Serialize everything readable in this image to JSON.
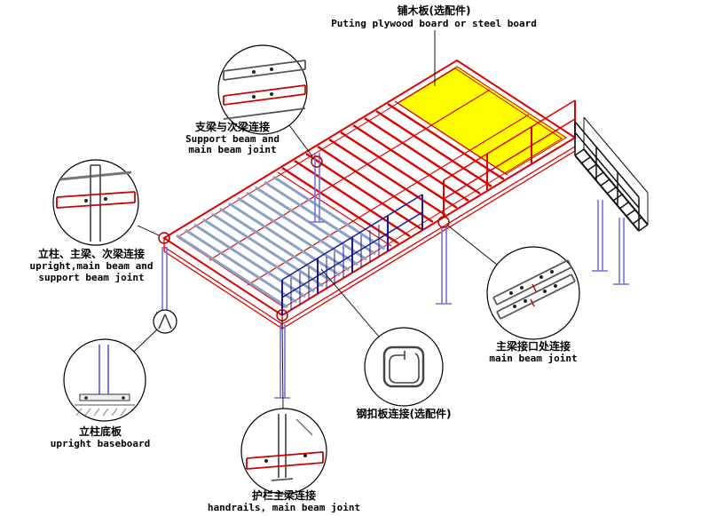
{
  "labels": {
    "plywood_board": {
      "zh": "铺木板(选配件)",
      "en": "Puting plywood board or steel board"
    },
    "support_beam_joint": {
      "zh": "支梁与次梁连接",
      "en1": "Support beam and",
      "en2": "main beam joint"
    },
    "upright_joint": {
      "zh": "立柱、主梁、次梁连接",
      "en1": "upright,main beam and",
      "en2": "support beam joint"
    },
    "upright_baseboard": {
      "zh": "立柱底板",
      "en": "upright baseboard"
    },
    "handrail_joint": {
      "zh": "护栏主梁连接",
      "en": "handrails, main beam joint"
    },
    "steel_buckle_plate": {
      "zh": "钢扣板连接(选配件)"
    },
    "main_beam_joint": {
      "zh": "主梁接口处连接",
      "en": "main beam joint"
    }
  },
  "colors": {
    "frame_red": "#e00000",
    "board_yellow": "#ffff00",
    "decking_gray_blue": "#8aa0c4",
    "column_blue": "#7272e0",
    "handrail_navy": "#1b1b8e",
    "stair_black": "#111111"
  }
}
